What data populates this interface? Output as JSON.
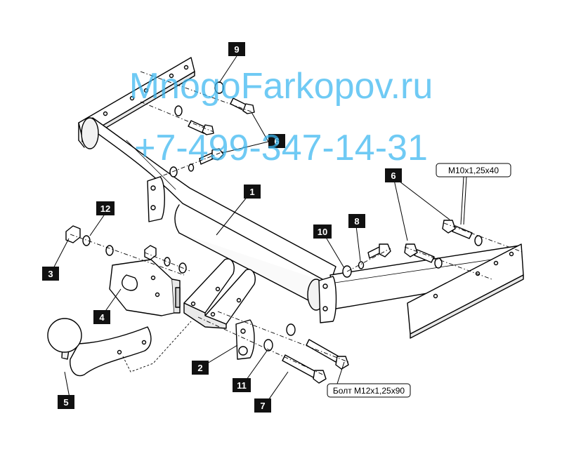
{
  "watermark": {
    "site": "MnogoFarkopov.ru",
    "phone": "+7-499-347-14-31",
    "color": "#38b6f0"
  },
  "specs": {
    "bolt_m12": "Болт М12х1,25х90",
    "bolt_m10": "М10х1,25х40"
  },
  "callouts": [
    {
      "id": "c9",
      "label": "9"
    },
    {
      "id": "c6a",
      "label": "6"
    },
    {
      "id": "c6b",
      "label": "6"
    },
    {
      "id": "c1",
      "label": "1"
    },
    {
      "id": "c12",
      "label": "12"
    },
    {
      "id": "c3",
      "label": "3"
    },
    {
      "id": "c10",
      "label": "10"
    },
    {
      "id": "c8",
      "label": "8"
    },
    {
      "id": "c4",
      "label": "4"
    },
    {
      "id": "c2",
      "label": "2"
    },
    {
      "id": "c11",
      "label": "11"
    },
    {
      "id": "c5",
      "label": "5"
    },
    {
      "id": "c7",
      "label": "7"
    }
  ],
  "colors": {
    "callout_bg": "#111111",
    "line": "#000000"
  }
}
